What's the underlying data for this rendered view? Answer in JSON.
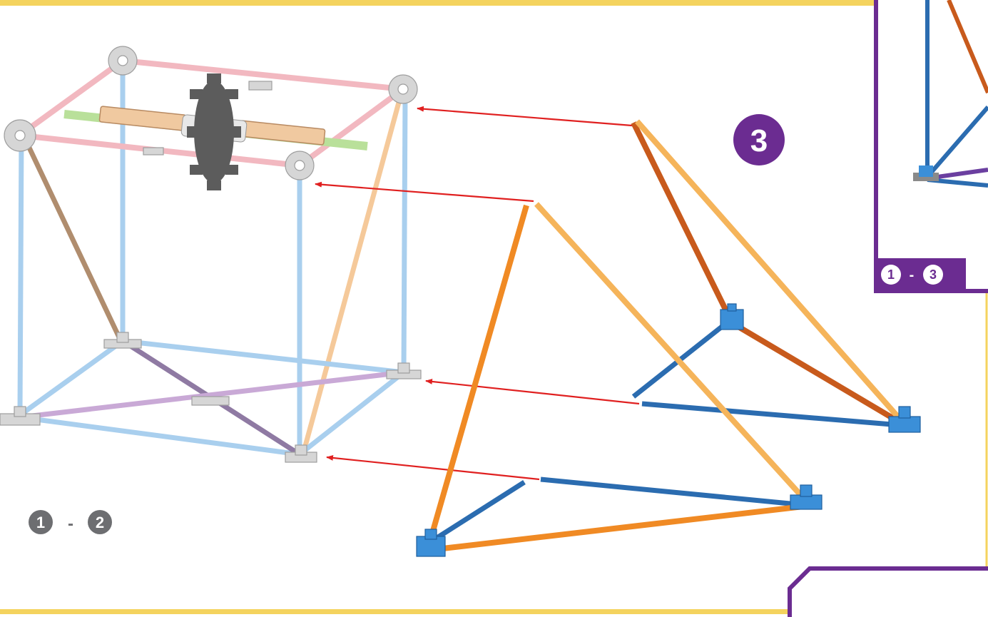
{
  "step": {
    "number": "3"
  },
  "labels": {
    "main_range": {
      "from": "1",
      "sep": "-",
      "to": "2"
    },
    "inset_range": {
      "from": "1",
      "sep": "-",
      "to": "3"
    }
  },
  "colors": {
    "accent_purple": "#6b2c91",
    "border_yellow": "#f4d35e",
    "badge_gray": "#6d6e71",
    "arrow_red": "#e02020",
    "rod_orange": "#f08a24",
    "rod_dark_orange": "#c85a1c",
    "rod_light_orange": "#f5b45a",
    "rod_blue": "#2b6cb0",
    "rod_light_blue": "#a9cfee",
    "rod_pink": "#f2b8c0",
    "rod_tan": "#b08d6e",
    "rod_lilac": "#c9a9d6",
    "connector_gray": "#cfcfcf",
    "connector_blue": "#3b8fd8"
  },
  "icons": {
    "sprocket": "sprocket-gear-icon",
    "connector": "knex-connector-icon"
  }
}
